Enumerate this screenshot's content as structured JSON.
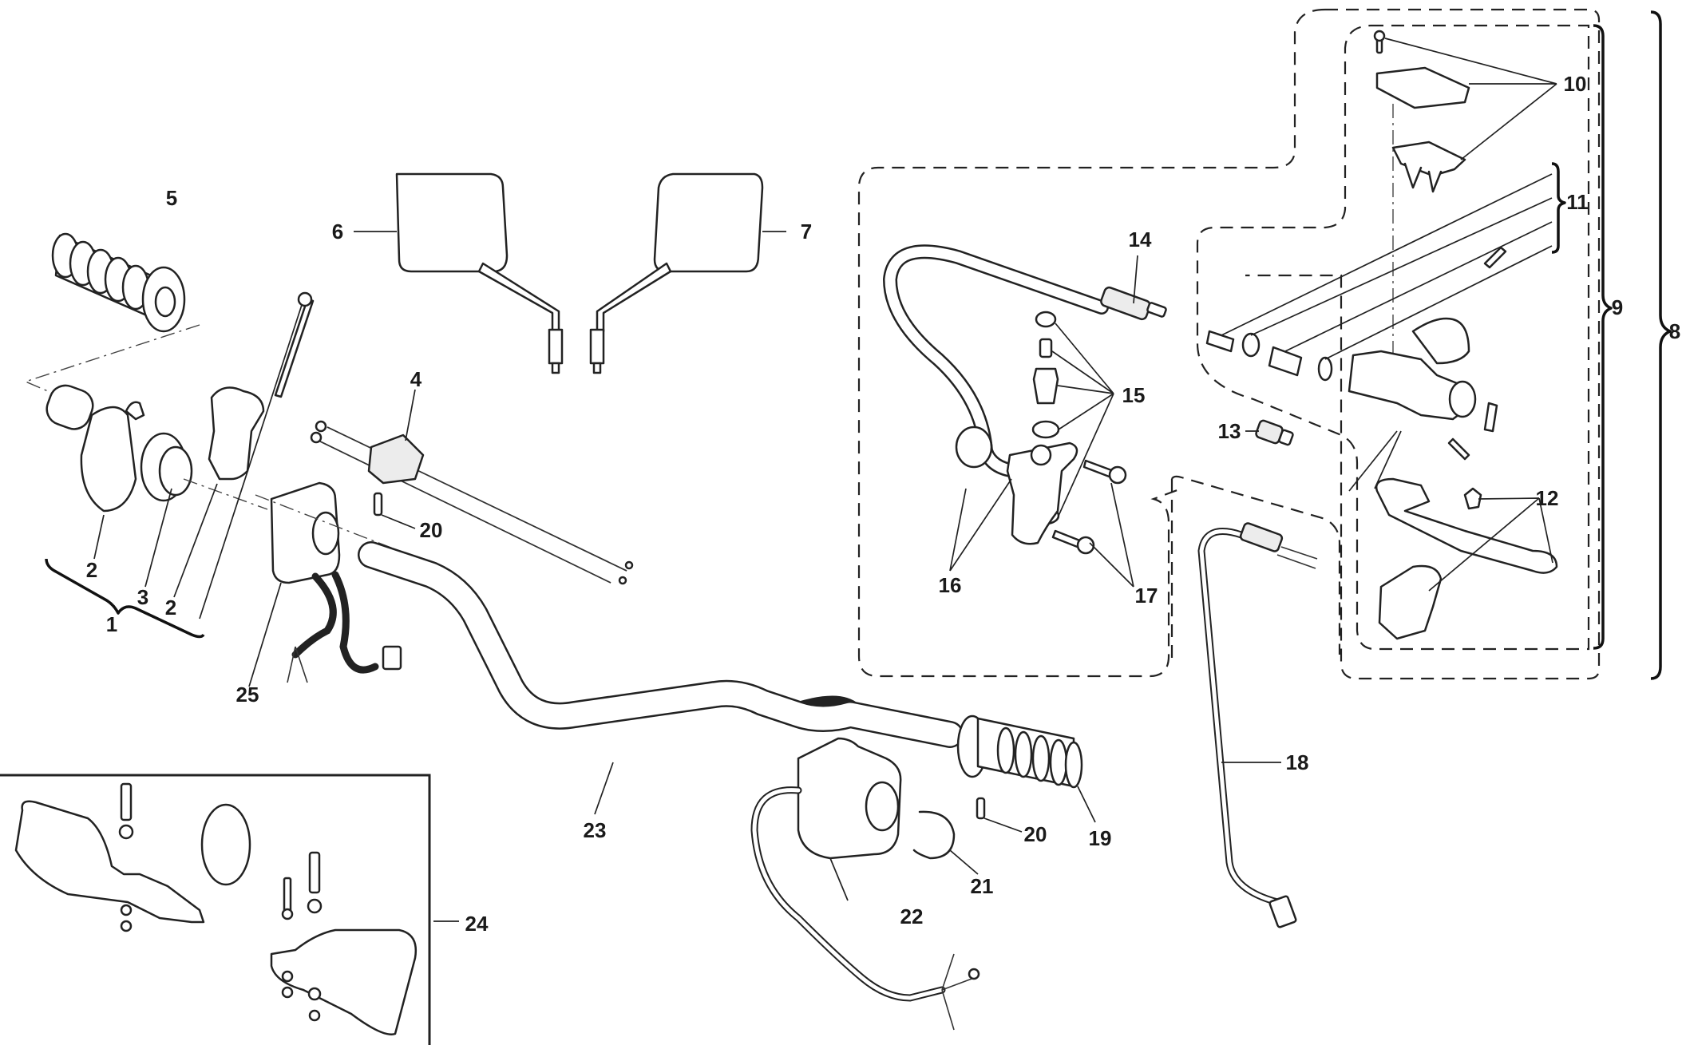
{
  "diagram": {
    "title": "Handlebar and controls exploded parts view",
    "callouts": [
      {
        "id": "1",
        "label": "1",
        "part": "throttle-assembly"
      },
      {
        "id": "2a",
        "label": "2",
        "part": "throttle-housing-half"
      },
      {
        "id": "3",
        "label": "3",
        "part": "throttle-pulley"
      },
      {
        "id": "2b",
        "label": "2",
        "part": "throttle-housing-half"
      },
      {
        "id": "4",
        "label": "4",
        "part": "throttle-cables"
      },
      {
        "id": "5",
        "label": "5",
        "part": "left-grip"
      },
      {
        "id": "6",
        "label": "6",
        "part": "left-mirror"
      },
      {
        "id": "7",
        "label": "7",
        "part": "right-mirror"
      },
      {
        "id": "8",
        "label": "8",
        "part": "front-brake-master-cylinder-assembly"
      },
      {
        "id": "9",
        "label": "9",
        "part": "master-cylinder"
      },
      {
        "id": "10",
        "label": "10",
        "part": "reservoir-cap-kit"
      },
      {
        "id": "11",
        "label": "11",
        "part": "piston-kit"
      },
      {
        "id": "12",
        "label": "12",
        "part": "lever-kit"
      },
      {
        "id": "13",
        "label": "13",
        "part": "brake-light-switch"
      },
      {
        "id": "14",
        "label": "14",
        "part": "brake-hose"
      },
      {
        "id": "15",
        "label": "15",
        "part": "banjo-bolt-kit"
      },
      {
        "id": "16",
        "label": "16",
        "part": "clamp-kit"
      },
      {
        "id": "17",
        "label": "17",
        "part": "clamp-screws"
      },
      {
        "id": "18",
        "label": "18",
        "part": "switch-cable"
      },
      {
        "id": "19",
        "label": "19",
        "part": "right-grip"
      },
      {
        "id": "20a",
        "label": "20",
        "part": "pin"
      },
      {
        "id": "20b",
        "label": "20",
        "part": "pin"
      },
      {
        "id": "21",
        "label": "21",
        "part": "circlip"
      },
      {
        "id": "22",
        "label": "22",
        "part": "right-switch"
      },
      {
        "id": "23",
        "label": "23",
        "part": "handlebar"
      },
      {
        "id": "24",
        "label": "24",
        "part": "hand-guards-kit"
      },
      {
        "id": "25",
        "label": "25",
        "part": "left-switch"
      }
    ]
  }
}
